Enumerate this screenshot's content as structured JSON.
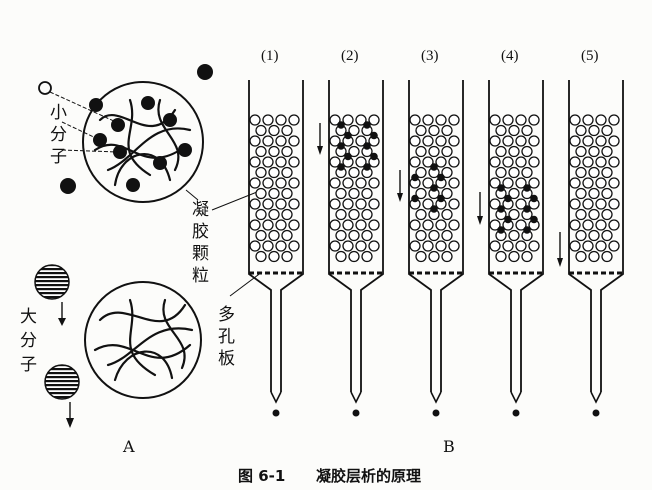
{
  "panel_a": {
    "label": "A",
    "small_molecule_label": "小分子",
    "large_molecule_label": "大分子",
    "gel_particle_label": "凝胶颗粒",
    "porous_plate_label": "多孔板"
  },
  "panel_b": {
    "label": "B",
    "column_labels": [
      "(1)",
      "(2)",
      "(3)",
      "(4)",
      "(5)"
    ]
  },
  "caption": {
    "figure_number": "图 6-1",
    "title": "凝胶层析的原理"
  },
  "colors": {
    "ink": "#111111",
    "paper": "#fcfcfa"
  }
}
